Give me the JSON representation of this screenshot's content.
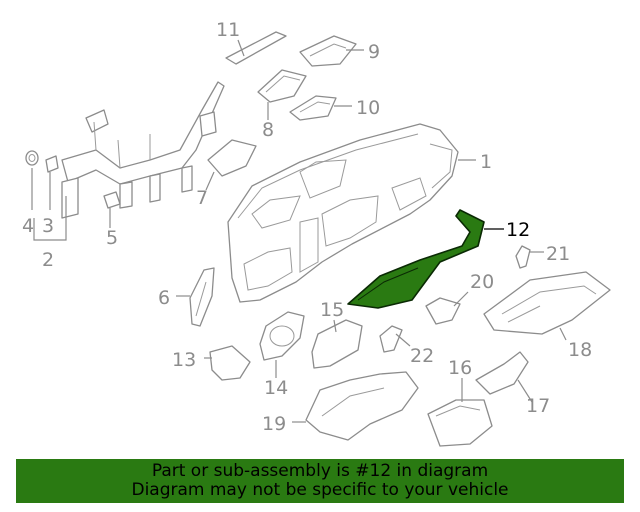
{
  "callouts": {
    "c1": "1",
    "c2": "2",
    "c3": "3",
    "c4": "4",
    "c5": "5",
    "c6": "6",
    "c7": "7",
    "c8": "8",
    "c9": "9",
    "c10": "10",
    "c11": "11",
    "c12": "12",
    "c13": "13",
    "c14": "14",
    "c15": "15",
    "c16": "16",
    "c17": "17",
    "c18": "18",
    "c19": "19",
    "c20": "20",
    "c21": "21",
    "c22": "22"
  },
  "highlighted_part": "12",
  "colors": {
    "highlight": "#2a7a12",
    "line": "#8c8c8c",
    "banner": "#2a7a12"
  },
  "banner": {
    "line1": "Part or sub-assembly is #12 in diagram",
    "line2": "Diagram may not be specific to your vehicle"
  }
}
